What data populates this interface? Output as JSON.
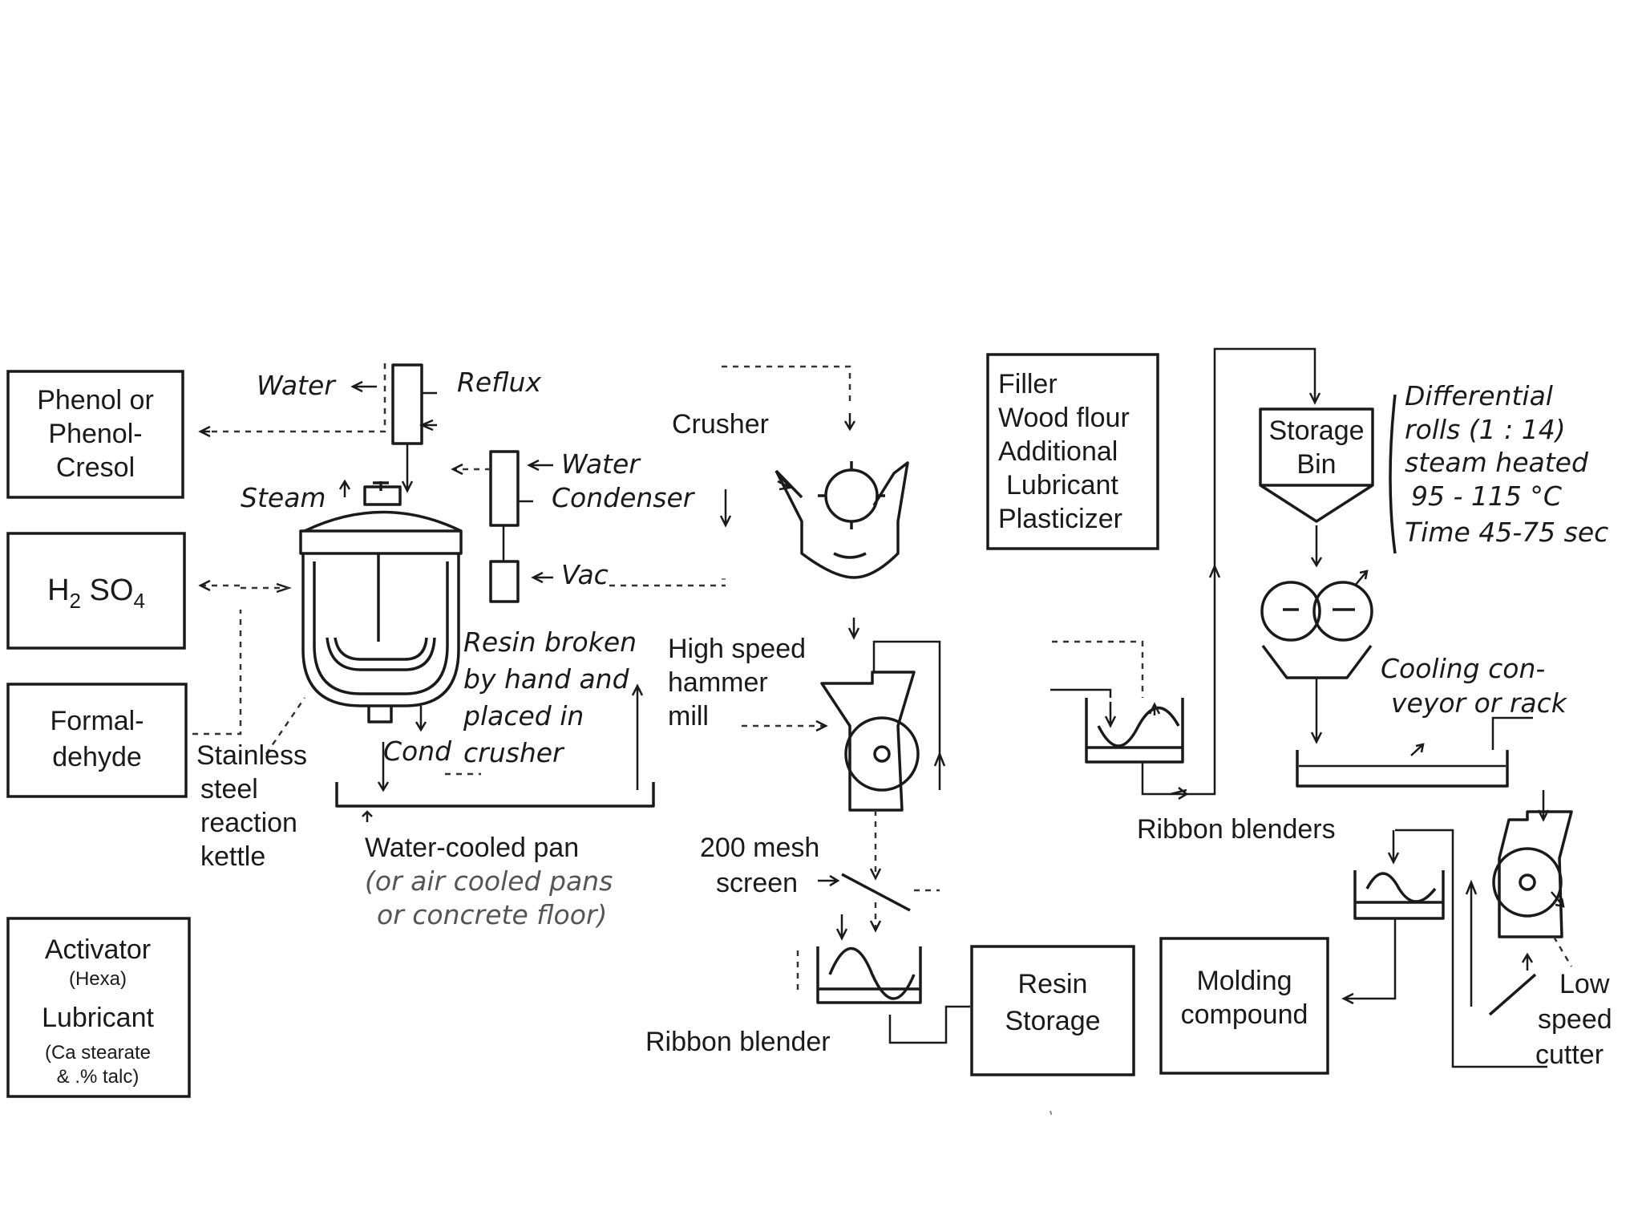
{
  "raw_materials": {
    "phenol": [
      "Phenol or",
      "Phenol-",
      "Cresol"
    ],
    "acid": {
      "base1": "H",
      "sub1": "2",
      "mid": " SO",
      "sub2": "4"
    },
    "formaldehyde": [
      "Formal-",
      "dehyde"
    ],
    "activator": {
      "title": "Activator",
      "hexa": "(Hexa)",
      "lubricant": "Lubricant",
      "stearate": "(Ca stearate",
      "talc": "& .% talc)"
    },
    "filler": [
      "Filler",
      "Wood flour",
      "Additional",
      "Lubricant",
      "Plasticizer"
    ]
  },
  "reactor": {
    "water": "Water",
    "reflux": "Reflux",
    "steam": "Steam",
    "water_condenser": [
      "Water",
      "Condenser"
    ],
    "vac": "Vac",
    "cond": "Cond",
    "kettle": [
      "Stainless",
      "steel",
      "reaction",
      "kettle"
    ]
  },
  "cooling": {
    "resin_note": [
      "Resin broken",
      "by hand and",
      "placed in",
      "crusher"
    ],
    "pan": [
      "Water-cooled pan",
      "(or air cooled pans",
      "or concrete floor)"
    ]
  },
  "grinding": {
    "crusher": "Crusher",
    "hammer_mill": [
      "High speed",
      "hammer",
      "mill"
    ],
    "screen": [
      "200 mesh",
      "screen"
    ],
    "ribbon_blender": "Ribbon blender"
  },
  "storage": {
    "resin_storage": [
      "Resin",
      "Storage"
    ],
    "molding_compound": [
      "Molding",
      "compound"
    ]
  },
  "compounding": {
    "storage_bin": [
      "Storage",
      "Bin"
    ],
    "rolls": [
      "Differential",
      "rolls (1 : 14)",
      "steam heated",
      "95 - 115 °C",
      "Time 45-75 sec"
    ],
    "cooling_conveyor": [
      "Cooling con-",
      "veyor or rack"
    ],
    "ribbon_blenders": "Ribbon blenders",
    "cutter": [
      "Low",
      "speed",
      "cutter"
    ]
  }
}
